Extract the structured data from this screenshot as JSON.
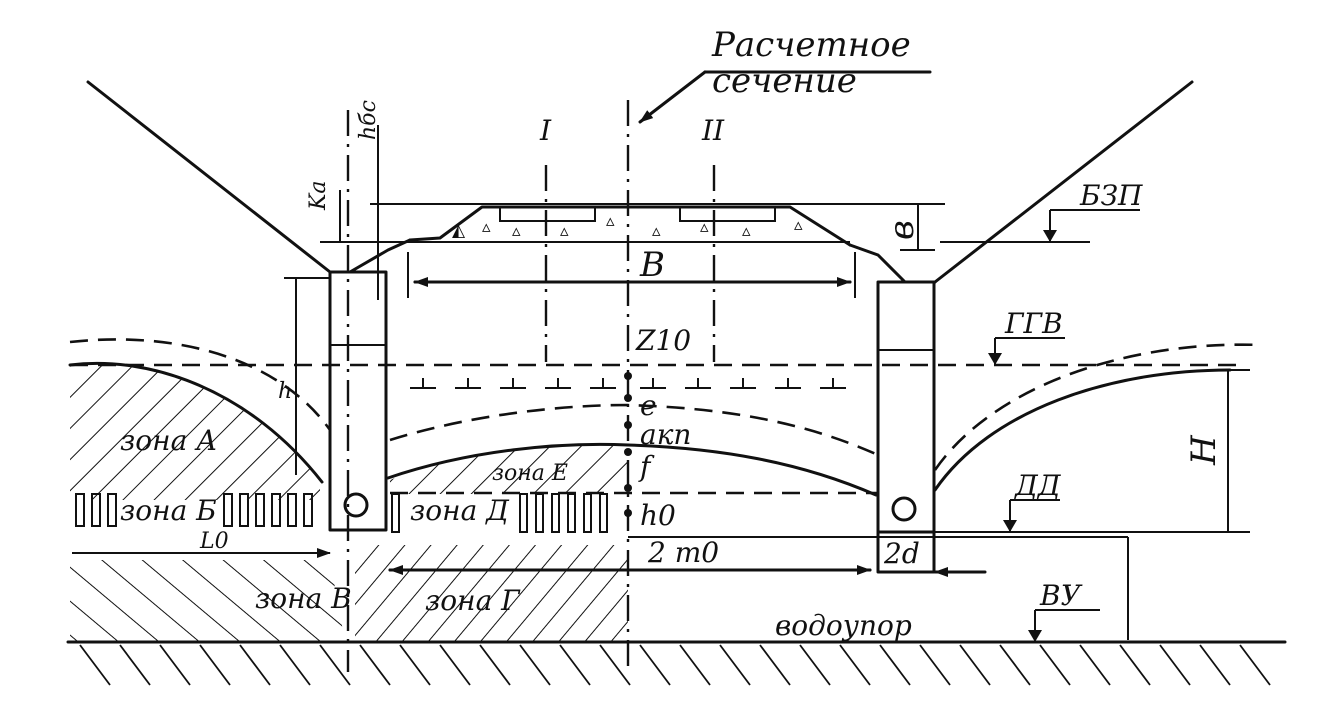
{
  "diagram": {
    "labels": {
      "section_line1": "Расчетное",
      "section_line2": "сечение",
      "roman_1": "I",
      "roman_2": "II",
      "bzp": "БЗП",
      "ggv": "ГГВ",
      "dd": "ДД",
      "vu": "ВУ",
      "vodoupor": "водоупор",
      "zone_a": "зона А",
      "zone_b": "зона Б",
      "zone_v": "зона В",
      "zone_g": "зона Г",
      "zone_d": "зона Д",
      "zone_e": "зона Е",
      "B": "B",
      "b_small": "в",
      "H": "H",
      "Ka": "Ka",
      "h_bc": "hбс",
      "h": "h",
      "z10": "Z10",
      "e": "e",
      "a_kp": "aкп",
      "f": "f",
      "h0": "h0",
      "m0": "2 m0",
      "two_d": "2d",
      "L0": "L0"
    }
  }
}
